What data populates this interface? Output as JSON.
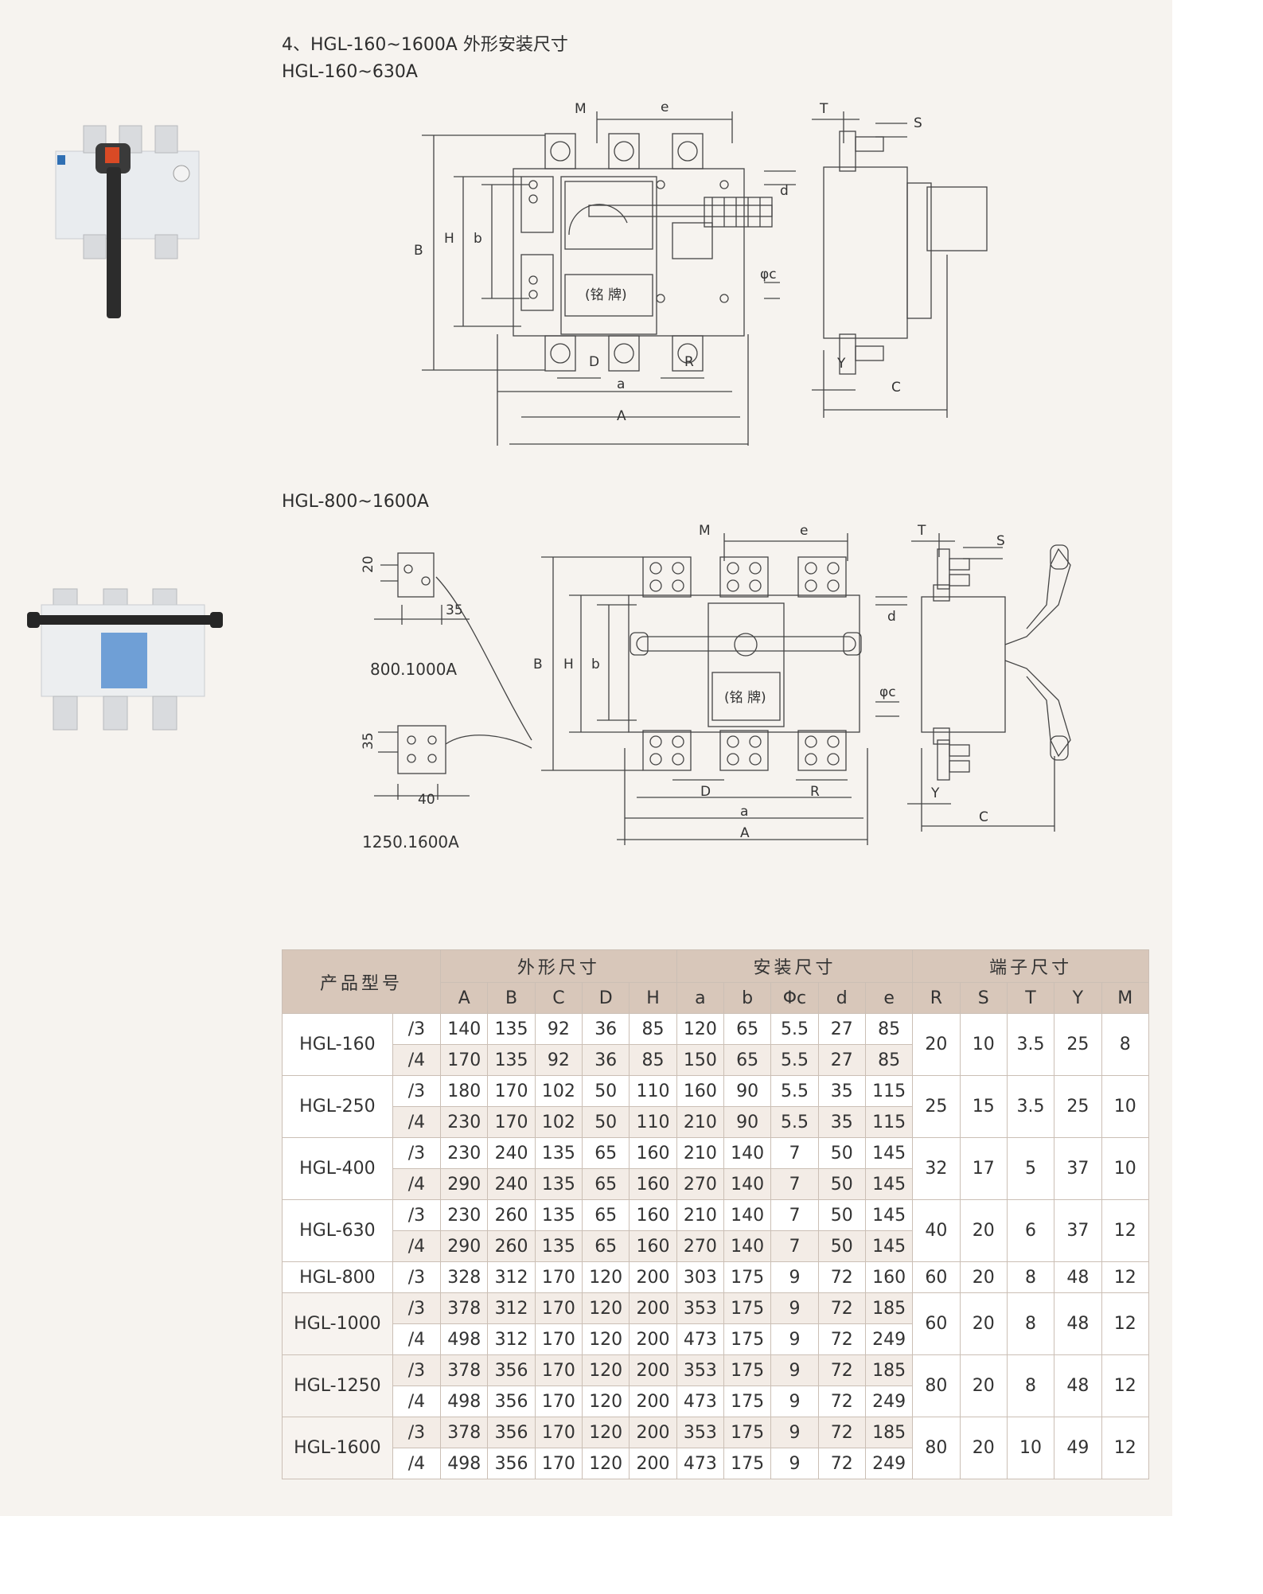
{
  "heading": "4、HGL-160~1600A 外形安装尺寸",
  "section1": "HGL-160~630A",
  "section2": "HGL-800~1600A",
  "drawing1": {
    "labels": {
      "M": "M",
      "e": "e",
      "T": "T",
      "S": "S",
      "d": "d",
      "B": "B",
      "H": "H",
      "b": "b",
      "phic": "φc",
      "plate": "(铭 牌)",
      "D": "D",
      "R": "R",
      "a": "a",
      "A": "A",
      "Y": "Y",
      "C": "C"
    }
  },
  "drawing2": {
    "labels": {
      "M": "M",
      "e": "e",
      "T": "T",
      "S": "S",
      "d": "d",
      "B": "B",
      "H": "H",
      "b": "b",
      "phic": "φc",
      "plate": "(铭 牌)",
      "D": "D",
      "R": "R",
      "a": "a",
      "A": "A",
      "Y": "Y",
      "C": "C"
    },
    "detail1": {
      "dim_v": "20",
      "dim_h": "35",
      "caption": "800.1000A"
    },
    "detail2": {
      "dim_v": "35",
      "dim_h": "40",
      "caption": "1250.1600A"
    }
  },
  "table": {
    "model_header": "产品型号",
    "groups": [
      "外形尺寸",
      "安装尺寸",
      "端子尺寸"
    ],
    "columns": [
      "A",
      "B",
      "C",
      "D",
      "H",
      "a",
      "b",
      "Φc",
      "d",
      "e",
      "R",
      "S",
      "T",
      "Y",
      "M"
    ],
    "models": [
      {
        "name": "HGL-160",
        "terminal": [
          "20",
          "10",
          "3.5",
          "25",
          "8"
        ],
        "rows": [
          {
            "pole": "/3",
            "vals": [
              "140",
              "135",
              "92",
              "36",
              "85",
              "120",
              "65",
              "5.5",
              "27",
              "85"
            ]
          },
          {
            "pole": "/4",
            "vals": [
              "170",
              "135",
              "92",
              "36",
              "85",
              "150",
              "65",
              "5.5",
              "27",
              "85"
            ]
          }
        ]
      },
      {
        "name": "HGL-250",
        "terminal": [
          "25",
          "15",
          "3.5",
          "25",
          "10"
        ],
        "rows": [
          {
            "pole": "/3",
            "vals": [
              "180",
              "170",
              "102",
              "50",
              "110",
              "160",
              "90",
              "5.5",
              "35",
              "115"
            ]
          },
          {
            "pole": "/4",
            "vals": [
              "230",
              "170",
              "102",
              "50",
              "110",
              "210",
              "90",
              "5.5",
              "35",
              "115"
            ]
          }
        ]
      },
      {
        "name": "HGL-400",
        "terminal": [
          "32",
          "17",
          "5",
          "37",
          "10"
        ],
        "rows": [
          {
            "pole": "/3",
            "vals": [
              "230",
              "240",
              "135",
              "65",
              "160",
              "210",
              "140",
              "7",
              "50",
              "145"
            ]
          },
          {
            "pole": "/4",
            "vals": [
              "290",
              "240",
              "135",
              "65",
              "160",
              "270",
              "140",
              "7",
              "50",
              "145"
            ]
          }
        ]
      },
      {
        "name": "HGL-630",
        "terminal": [
          "40",
          "20",
          "6",
          "37",
          "12"
        ],
        "rows": [
          {
            "pole": "/3",
            "vals": [
              "230",
              "260",
              "135",
              "65",
              "160",
              "210",
              "140",
              "7",
              "50",
              "145"
            ]
          },
          {
            "pole": "/4",
            "vals": [
              "290",
              "260",
              "135",
              "65",
              "160",
              "270",
              "140",
              "7",
              "50",
              "145"
            ]
          }
        ]
      },
      {
        "name": "HGL-800",
        "terminal": [
          "60",
          "20",
          "8",
          "48",
          "12"
        ],
        "rows": [
          {
            "pole": "/3",
            "vals": [
              "328",
              "312",
              "170",
              "120",
              "200",
              "303",
              "175",
              "9",
              "72",
              "160"
            ]
          }
        ]
      },
      {
        "name": "HGL-1000",
        "terminal": [
          "60",
          "20",
          "8",
          "48",
          "12"
        ],
        "rows": [
          {
            "pole": "/3",
            "vals": [
              "378",
              "312",
              "170",
              "120",
              "200",
              "353",
              "175",
              "9",
              "72",
              "185"
            ]
          },
          {
            "pole": "/4",
            "vals": [
              "498",
              "312",
              "170",
              "120",
              "200",
              "473",
              "175",
              "9",
              "72",
              "249"
            ]
          }
        ]
      },
      {
        "name": "HGL-1250",
        "terminal": [
          "80",
          "20",
          "8",
          "48",
          "12"
        ],
        "rows": [
          {
            "pole": "/3",
            "vals": [
              "378",
              "356",
              "170",
              "120",
              "200",
              "353",
              "175",
              "9",
              "72",
              "185"
            ]
          },
          {
            "pole": "/4",
            "vals": [
              "498",
              "356",
              "170",
              "120",
              "200",
              "473",
              "175",
              "9",
              "72",
              "249"
            ]
          }
        ]
      },
      {
        "name": "HGL-1600",
        "terminal": [
          "80",
          "20",
          "10",
          "49",
          "12"
        ],
        "rows": [
          {
            "pole": "/3",
            "vals": [
              "378",
              "356",
              "170",
              "120",
              "200",
              "353",
              "175",
              "9",
              "72",
              "185"
            ]
          },
          {
            "pole": "/4",
            "vals": [
              "498",
              "356",
              "170",
              "120",
              "200",
              "473",
              "175",
              "9",
              "72",
              "249"
            ]
          }
        ]
      }
    ]
  }
}
